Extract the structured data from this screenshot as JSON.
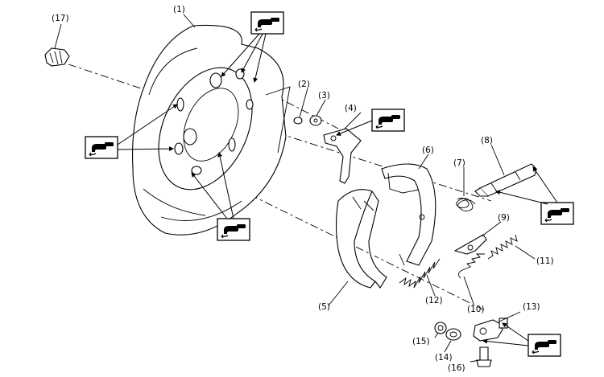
{
  "callouts": {
    "c1": "(1)",
    "c2": "(2)",
    "c3": "(3)",
    "c4": "(4)",
    "c5": "(5)",
    "c6": "(6)",
    "c7": "(7)",
    "c8": "(8)",
    "c9": "(9)",
    "c10": "(10)",
    "c11": "(11)",
    "c12": "(12)",
    "c13": "(13)",
    "c14": "(14)",
    "c15": "(15)",
    "c16": "(16)",
    "c17": "(17)"
  },
  "icons": {
    "grease_symbol": "grease-gun-icon"
  }
}
